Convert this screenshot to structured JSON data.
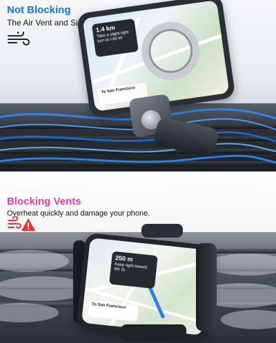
{
  "top_panel": {
    "title": "Not Blocking",
    "subtitle": "The Air Vent and Sightline",
    "title_color": "#1576e0",
    "icon": "wind-icon",
    "phone": {
      "distance": "1.4 km",
      "instruction": "Take a slight right turn to I-80 W",
      "destination": "To San Francisco"
    }
  },
  "bottom_panel": {
    "title": "Blocking Vents",
    "subtitle": "Overheat quickly and damage your phone.",
    "title_color": "#ea3fa7",
    "warning_color": "#e8322a",
    "icons": [
      "heat-wave-icon",
      "warning-icon"
    ],
    "phone": {
      "distance": "250 m",
      "instruction": "Keep right toward 8th St",
      "destination": "To San Francisco"
    }
  }
}
